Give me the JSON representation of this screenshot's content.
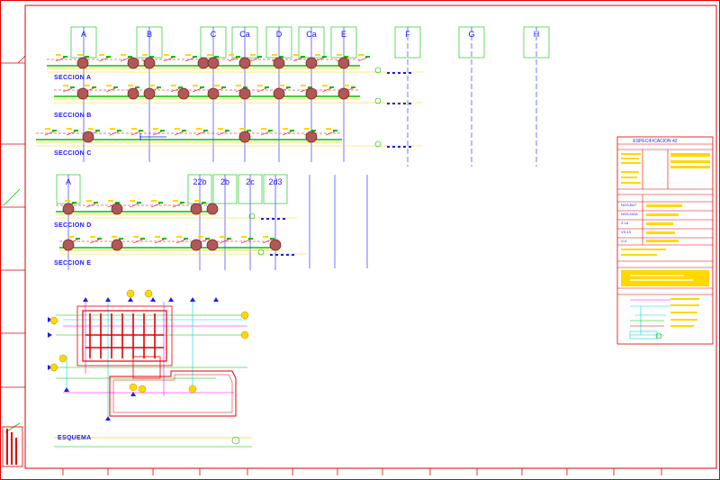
{
  "sections": [
    {
      "label": "SECCION  A"
    },
    {
      "label": "SECCION  B"
    },
    {
      "label": "SECCION  C"
    },
    {
      "label": "SECCION  D"
    },
    {
      "label": "SECCION  E"
    }
  ],
  "grid_top": [
    "A",
    "B",
    "C",
    "Ca",
    "D",
    "Ca",
    "E",
    "F",
    "G",
    "H"
  ],
  "grid_mid": [
    "A",
    "22b",
    "2b",
    "2c",
    "2d3"
  ],
  "schematic": {
    "title": "ESQUEMA"
  },
  "legend": {
    "header": "ESPECIFICACION  42",
    "rows": [
      {
        "code": "NGS-BoT"
      },
      {
        "code": "NGS-NGA"
      },
      {
        "code": "Z-15"
      },
      {
        "code": "VS-15"
      },
      {
        "code": "V-4"
      }
    ]
  }
}
